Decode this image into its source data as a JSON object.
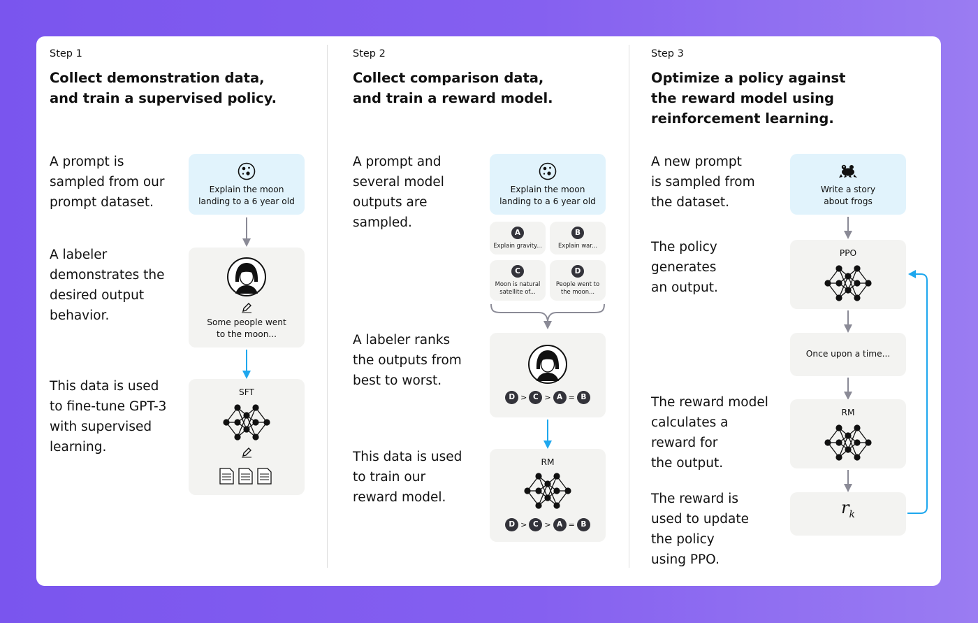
{
  "step1": {
    "label": "Step 1",
    "title_line1": "Collect demonstration data,",
    "title_line2": "and train a supervised policy.",
    "desc1": [
      "A prompt is",
      "sampled from our",
      "prompt dataset."
    ],
    "desc2": [
      "A labeler",
      "demonstrates the",
      "desired output",
      "behavior."
    ],
    "desc3": [
      "This data is used",
      "to fine-tune GPT-3",
      "with supervised",
      "learning."
    ],
    "prompt_box": [
      "Explain the moon",
      "landing to a 6 year old"
    ],
    "labeler_box": [
      "Some people went",
      "to the moon..."
    ],
    "sft_label": "SFT"
  },
  "step2": {
    "label": "Step 2",
    "title_line1": "Collect comparison data,",
    "title_line2": "and train a reward model.",
    "desc1": [
      "A prompt and",
      "several model",
      "outputs are",
      "sampled."
    ],
    "desc2": [
      "A labeler ranks",
      "the outputs from",
      "best to worst."
    ],
    "desc3": [
      "This data is used",
      "to train our",
      "reward model."
    ],
    "prompt_box": [
      "Explain the moon",
      "landing to a 6 year old"
    ],
    "outputs": [
      {
        "letter": "A",
        "text": [
          "Explain gravity..."
        ]
      },
      {
        "letter": "B",
        "text": [
          "Explain war..."
        ]
      },
      {
        "letter": "C",
        "text": [
          "Moon is natural",
          "satellite of..."
        ]
      },
      {
        "letter": "D",
        "text": [
          "People went to",
          "the moon..."
        ]
      }
    ],
    "ranking": [
      "D",
      ">",
      "C",
      ">",
      "A",
      "=",
      "B"
    ],
    "rm_label": "RM"
  },
  "step3": {
    "label": "Step 3",
    "title_line1": "Optimize a policy against",
    "title_line2": "the reward model using",
    "title_line3": "reinforcement learning.",
    "desc1": [
      "A new prompt",
      "is sampled from",
      "the dataset."
    ],
    "desc2": [
      "The policy",
      "generates",
      "an output."
    ],
    "desc3": [
      "The reward model",
      "calculates a",
      "reward for",
      "the output."
    ],
    "desc4": [
      "The reward is",
      "used to update",
      "the policy",
      "using PPO."
    ],
    "prompt_box": [
      "Write a story",
      "about frogs"
    ],
    "ppo_label": "PPO",
    "output_text": "Once upon a time...",
    "rm_label": "RM",
    "reward_symbol": "r",
    "reward_subscript": "k"
  },
  "colors": {
    "background": "#7a55ee",
    "blue_box": "#e1f3fc",
    "gray_box": "#f3f3f1",
    "arrow_gray": "#8a8a96",
    "arrow_blue": "#1ea7ee"
  },
  "icons": [
    "moon-icon",
    "labeler-avatar-icon",
    "pencil-icon",
    "neural-net-icon",
    "document-icon",
    "frog-icon"
  ]
}
